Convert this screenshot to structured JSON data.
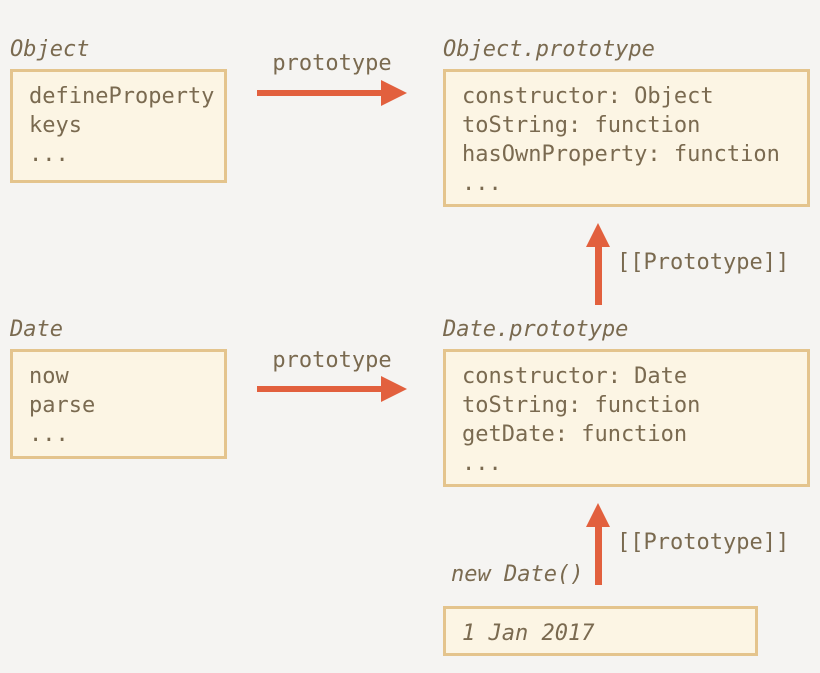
{
  "colors": {
    "background": "#f5f4f2",
    "box_fill": "#fcf5e4",
    "box_border": "#e4c48d",
    "text": "#7a6a50",
    "arrow": "#e2603e"
  },
  "nodes": {
    "object": {
      "title": "Object",
      "items": [
        "defineProperty",
        "keys",
        "..."
      ]
    },
    "objectPrototype": {
      "title": "Object.prototype",
      "items": [
        "constructor: Object",
        "toString: function",
        "hasOwnProperty: function",
        "..."
      ]
    },
    "date": {
      "title": "Date",
      "items": [
        "now",
        "parse",
        "..."
      ]
    },
    "datePrototype": {
      "title": "Date.prototype",
      "items": [
        "constructor: Date",
        "toString: function",
        "getDate: function",
        "..."
      ]
    },
    "dateInstance": {
      "title": "new Date()",
      "value": "1 Jan 2017"
    }
  },
  "edges": {
    "objectToPrototype": {
      "label": "prototype"
    },
    "dateToPrototype": {
      "label": "prototype"
    },
    "datePrototypeToObjectPrototype": {
      "label": "[[Prototype]]"
    },
    "instanceToDatePrototype": {
      "label": "[[Prototype]]"
    }
  }
}
